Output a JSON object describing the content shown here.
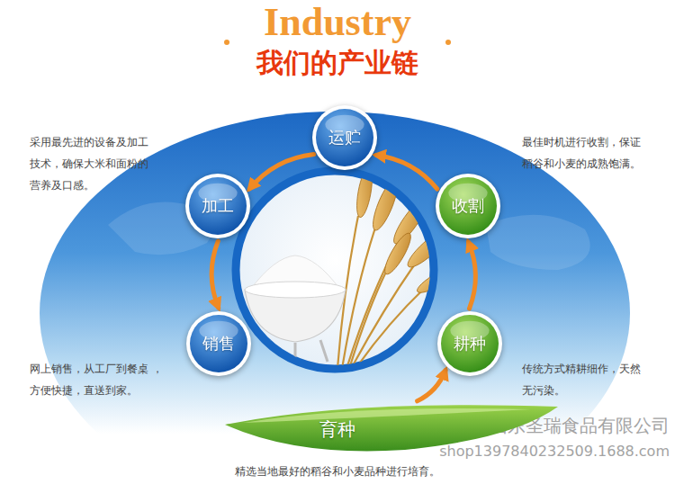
{
  "diagram": {
    "title": "我们的产业链",
    "nodes": [
      {
        "text": [
          "运贮"
        ]
      },
      {
        "text": [
          "加工"
        ]
      },
      {
        "text": [
          "收割"
        ]
      },
      {
        "text": [
          "销售"
        ]
      },
      {
        "text": [
          "耕种"
        ]
      },
      {
        "text": [
          "育种"
        ]
      }
    ],
    "edges": [
      {
        "from": 5,
        "to": 4,
        "arrow": "to"
      },
      {
        "from": 4,
        "to": 2,
        "arrow": "to"
      },
      {
        "from": 2,
        "to": 0,
        "arrow": "to"
      },
      {
        "from": 0,
        "to": 1,
        "arrow": "to"
      },
      {
        "from": 1,
        "to": 3,
        "arrow": "to"
      }
    ],
    "labels": [
      "Industry",
      "采用最先进的设备及加工 技术，确保大米和面粉的 营养及口感。",
      "最佳时机进行收割，保证 稻谷和小麦的成熟饱满。",
      "网上销售，从工厂到餐桌 ，方便快捷，直送到家。",
      "传统方式精耕细作，天然 无污染。",
      "精选当地最好的稻谷和小麦品种进行培育。",
      "山东圣瑞食品有限公司",
      "shop1397840232509.1688.com"
    ]
  }
}
